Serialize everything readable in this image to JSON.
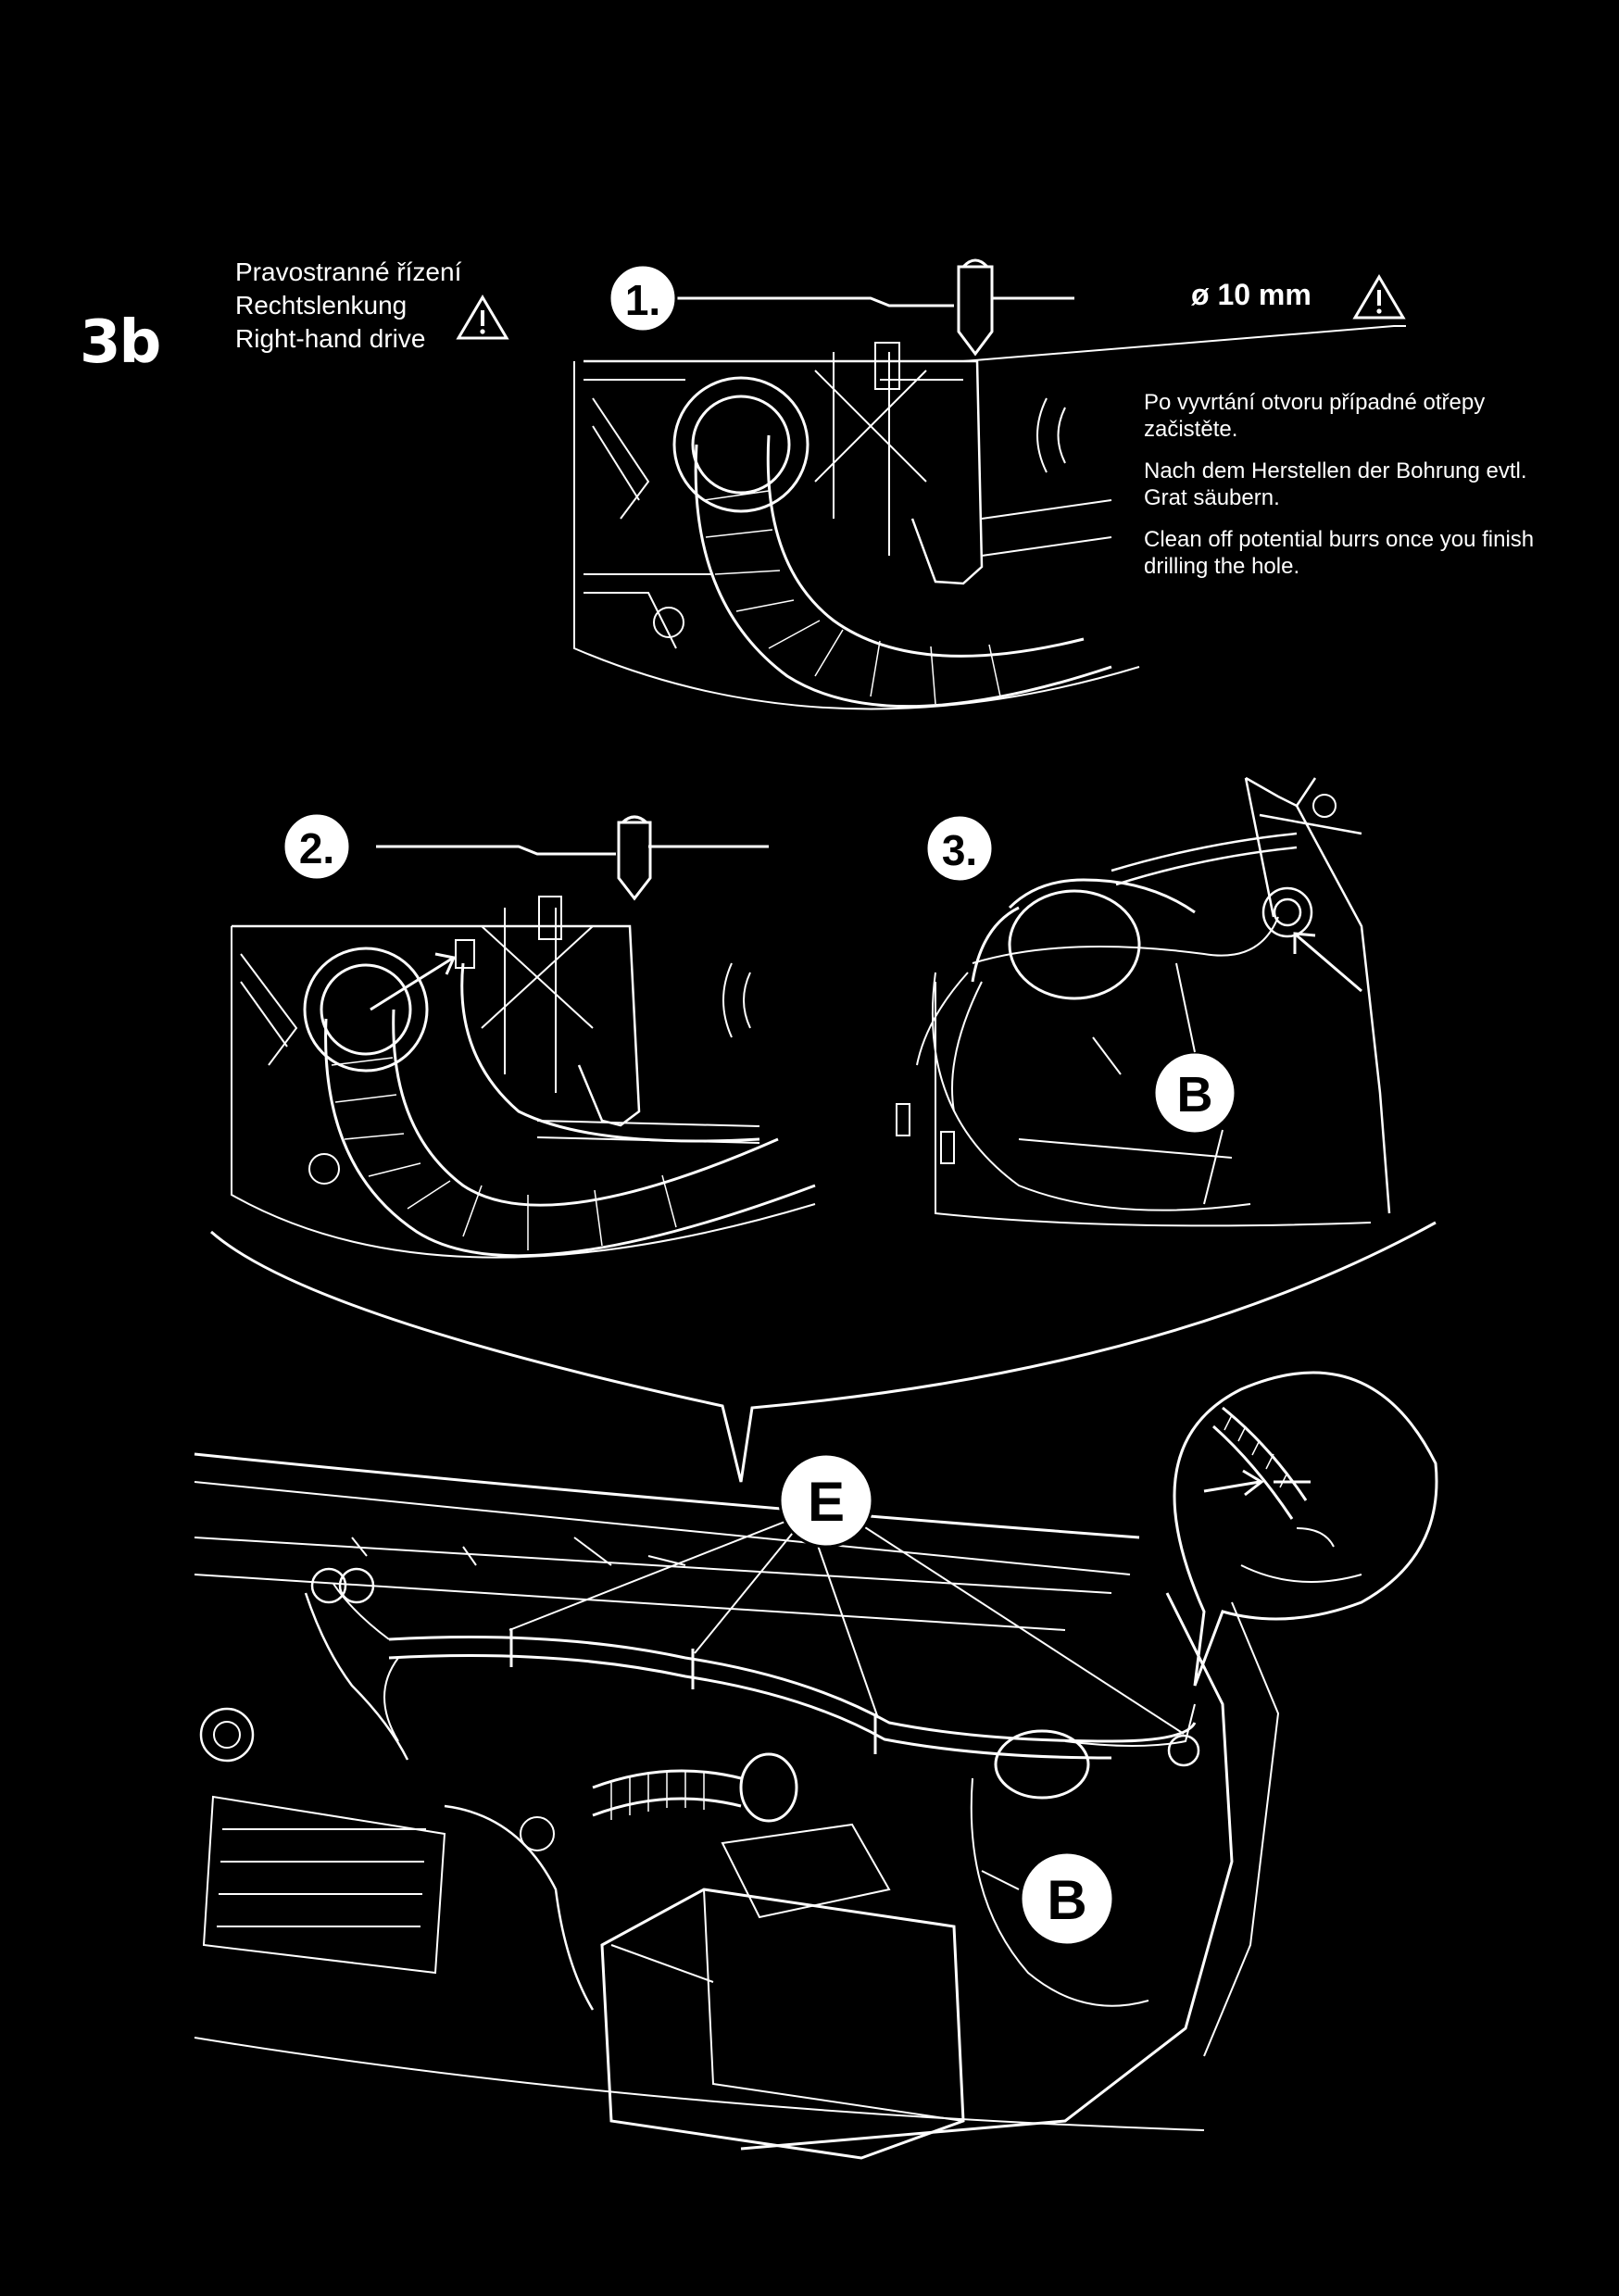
{
  "step": {
    "code": "3b"
  },
  "drive": {
    "lines": [
      "Pravostranné řízení",
      "Rechtslenkung",
      "Right-hand drive"
    ]
  },
  "steps": {
    "s1": "1.",
    "s2": "2.",
    "s3": "3."
  },
  "drill": {
    "diameter_label": "ø 10 mm"
  },
  "note": {
    "cs": "Po vyvrtání otvoru případné otřepy začistěte.",
    "de": "Nach dem Herstellen der Bohrung evtl. Grat säubern.",
    "en": "Clean off potential burrs once you finish drilling the hole."
  },
  "callouts": {
    "b": "B",
    "e": "E"
  },
  "icons": {
    "warning": "warning-triangle-icon"
  }
}
